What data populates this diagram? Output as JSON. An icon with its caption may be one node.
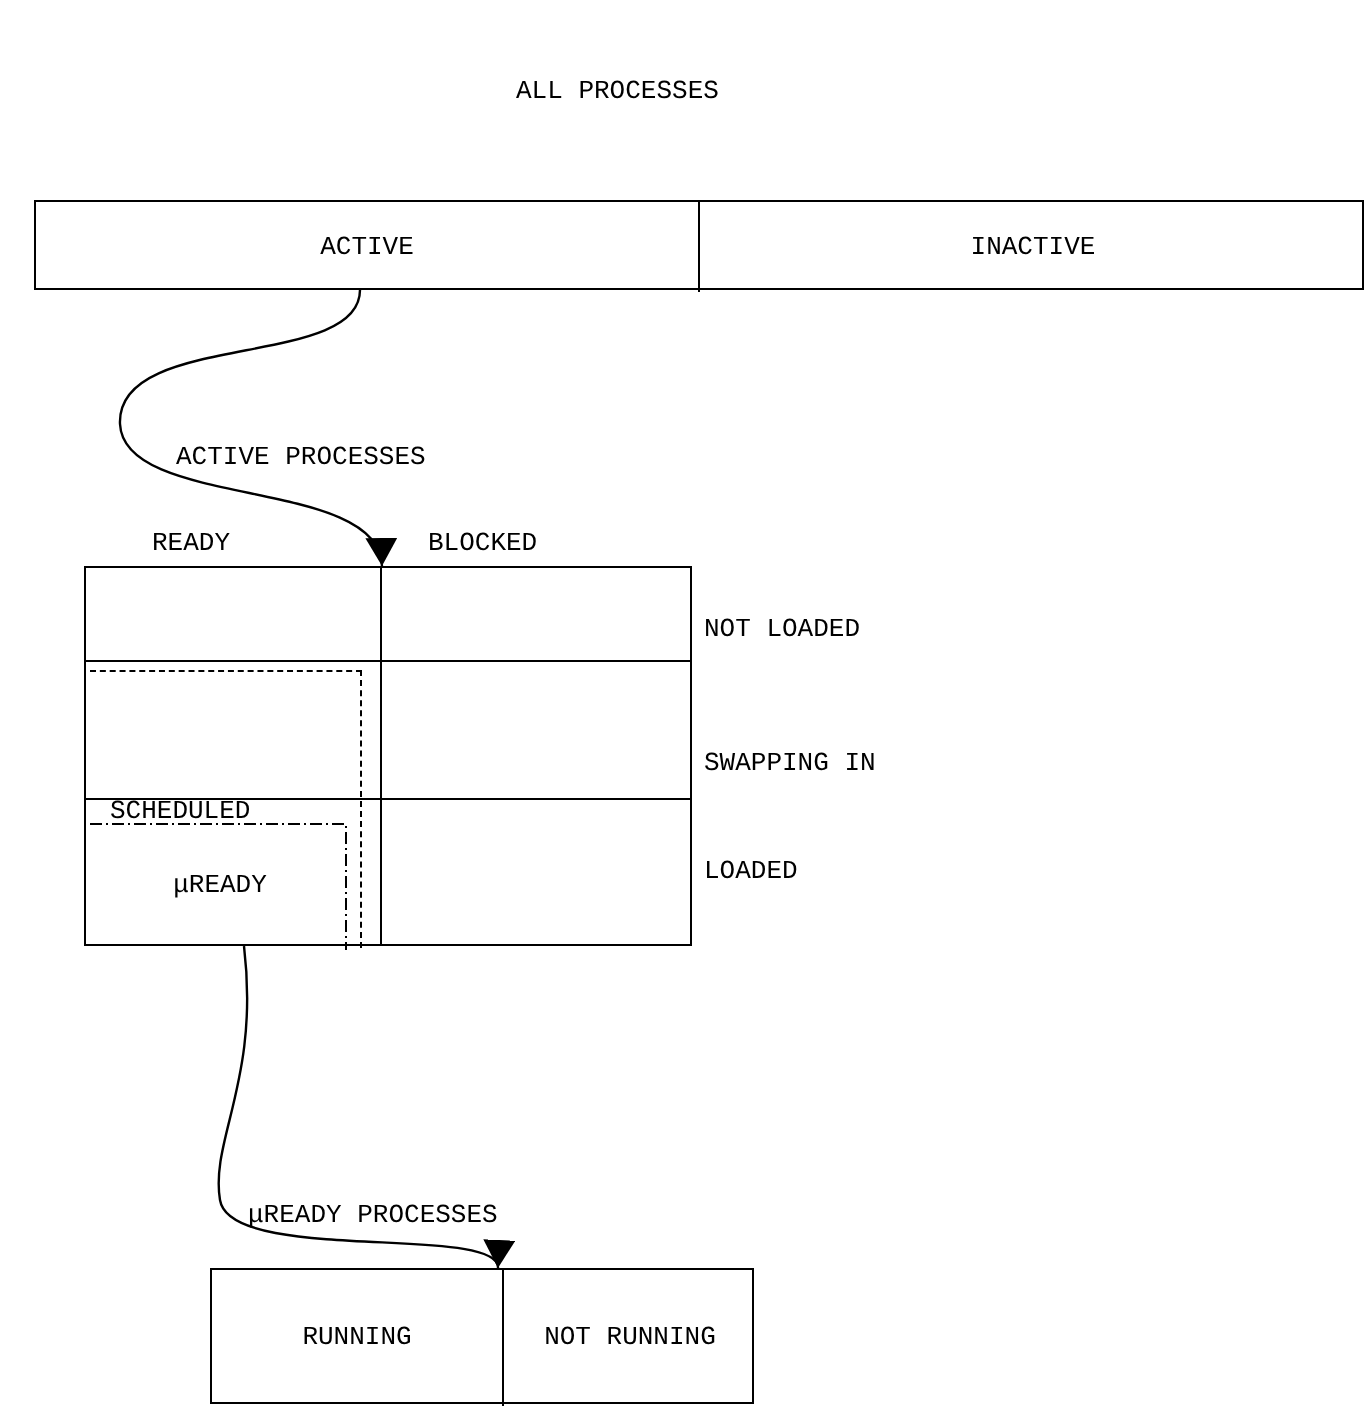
{
  "diagram": {
    "nodes": [
      {
        "text": [
          "ALL PROCESSES"
        ]
      },
      {
        "text": [
          "ACTIVE"
        ],
        "in": 0
      },
      {
        "text": [
          "INACTIVE"
        ],
        "in": 0
      },
      {
        "text": [
          "ACTIVE PROCESSES"
        ]
      },
      {
        "text": [
          "SCHEDULED"
        ],
        "in": 3
      },
      {
        "text": [
          "μREADY"
        ],
        "in": 4
      },
      {
        "text": [
          "μREADY PROCESSES"
        ]
      },
      {
        "text": [
          "RUNNING"
        ],
        "in": 6
      },
      {
        "text": [
          "NOT RUNNING"
        ],
        "in": 6
      }
    ],
    "edges": [
      {
        "from": 1,
        "to": 3,
        "arrow": "to"
      },
      {
        "from": 5,
        "to": 6,
        "arrow": "to"
      }
    ],
    "labels": [
      "READY",
      "BLOCKED",
      "NOT LOADED",
      "SWAPPING IN",
      "LOADED"
    ]
  }
}
